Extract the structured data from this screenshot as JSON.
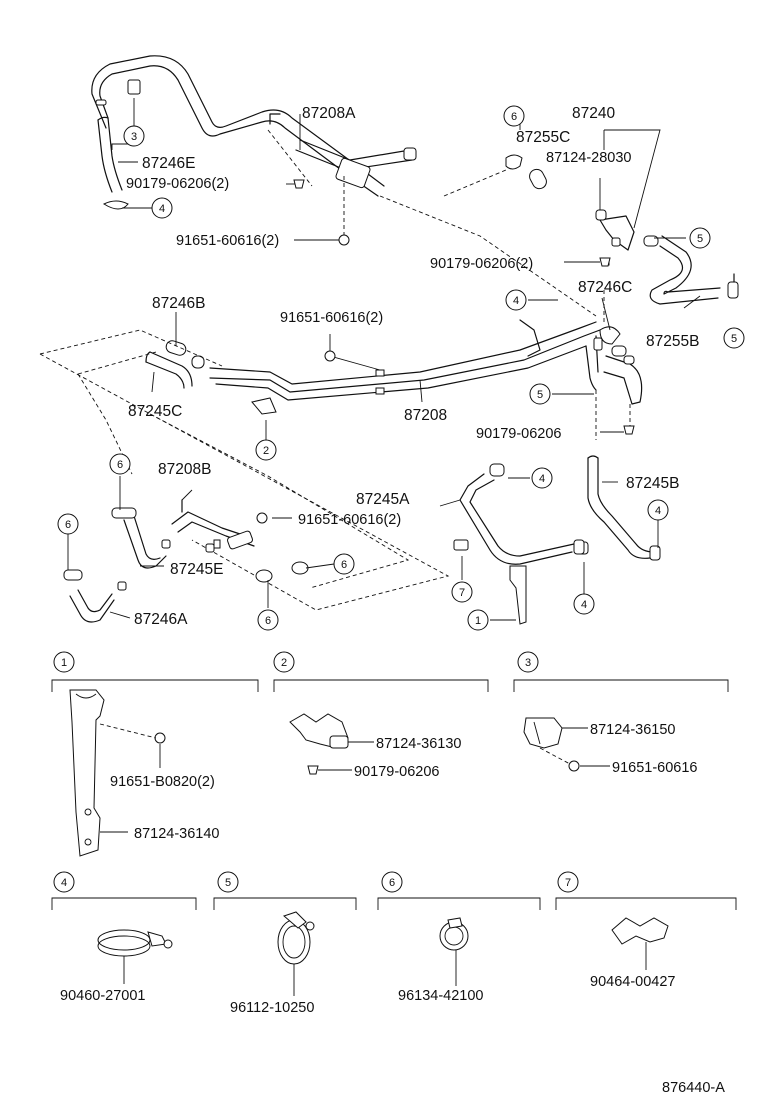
{
  "labels": {
    "p87208A": "87208A",
    "p87240": "87240",
    "p87255C": "87255C",
    "p87124_28030": "87124-28030",
    "p87246E": "87246E",
    "p90179_06206_2_top": "90179-06206(2)",
    "p91651_60616_2_top": "91651-60616(2)",
    "p90179_06206_2_right": "90179-06206(2)",
    "p87246C": "87246C",
    "p87255B": "87255B",
    "p87246B": "87246B",
    "p91651_60616_2_mid": "91651-60616(2)",
    "p87245C": "87245C",
    "p87208": "87208",
    "p90179_06206_mid": "90179-06206",
    "p87208B": "87208B",
    "p87245A": "87245A",
    "p87245B": "87245B",
    "p91651_60616_2_low": "91651-60616(2)",
    "p87245E": "87245E",
    "p87246A": "87246A",
    "d1_91651_B0820_2": "91651-B0820(2)",
    "d1_87124_36140": "87124-36140",
    "d2_87124_36130": "87124-36130",
    "d2_90179_06206": "90179-06206",
    "d3_87124_36150": "87124-36150",
    "d3_91651_60616": "91651-60616",
    "d4_90460_27001": "90460-27001",
    "d5_96112_10250": "96112-10250",
    "d6_96134_42100": "96134-42100",
    "d7_90464_00427": "90464-00427",
    "figure_code": "876440-A"
  },
  "callouts": {
    "c1": "1",
    "c2": "2",
    "c3": "3",
    "c4": "4",
    "c5": "5",
    "c6": "6",
    "c7": "7"
  },
  "detail_headers": {
    "h1": "1",
    "h2": "2",
    "h3": "3",
    "h4": "4",
    "h5": "5",
    "h6": "6",
    "h7": "7"
  }
}
